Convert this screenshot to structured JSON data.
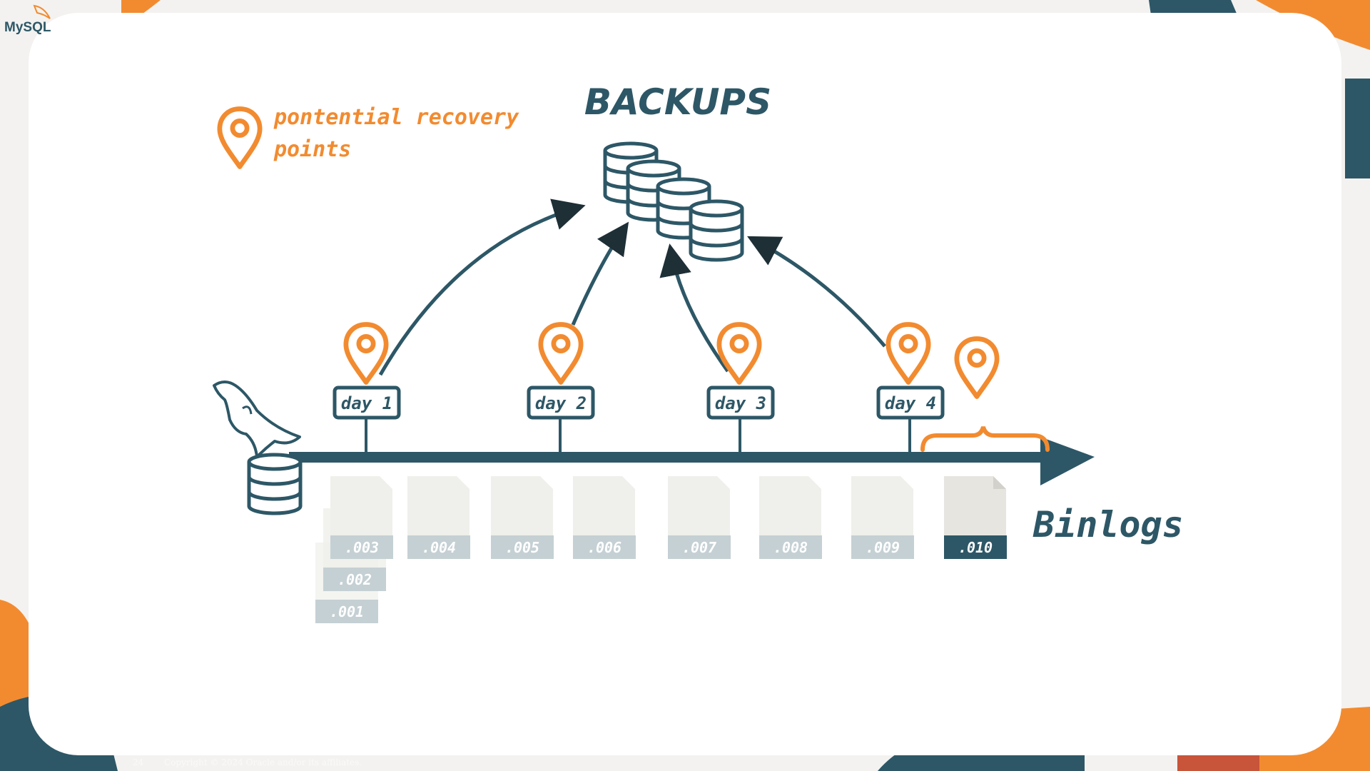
{
  "brand": {
    "logo_text": "MySQL"
  },
  "title": "BACKUPS",
  "legend": {
    "line1": "pontential recovery",
    "line2": "points"
  },
  "timeline": {
    "days": [
      "day 1",
      "day 2",
      "day 3",
      "day 4"
    ],
    "axis_label": "Binlogs"
  },
  "binlogs": [
    ".001",
    ".002",
    ".003",
    ".004",
    ".005",
    ".006",
    ".007",
    ".008",
    ".009",
    ".010"
  ],
  "active_binlog": ".010",
  "footer": {
    "page_number": "24",
    "copyright": "Copyright © 2024 Oracle and/or its affiliates."
  },
  "colors": {
    "teal": "#2d5766",
    "orange": "#f28b30",
    "card_bg": "#ffffff",
    "page_bg": "#f3f2f0",
    "doc_tag": "#c5d0d4",
    "doc_body": "#efefeb"
  }
}
